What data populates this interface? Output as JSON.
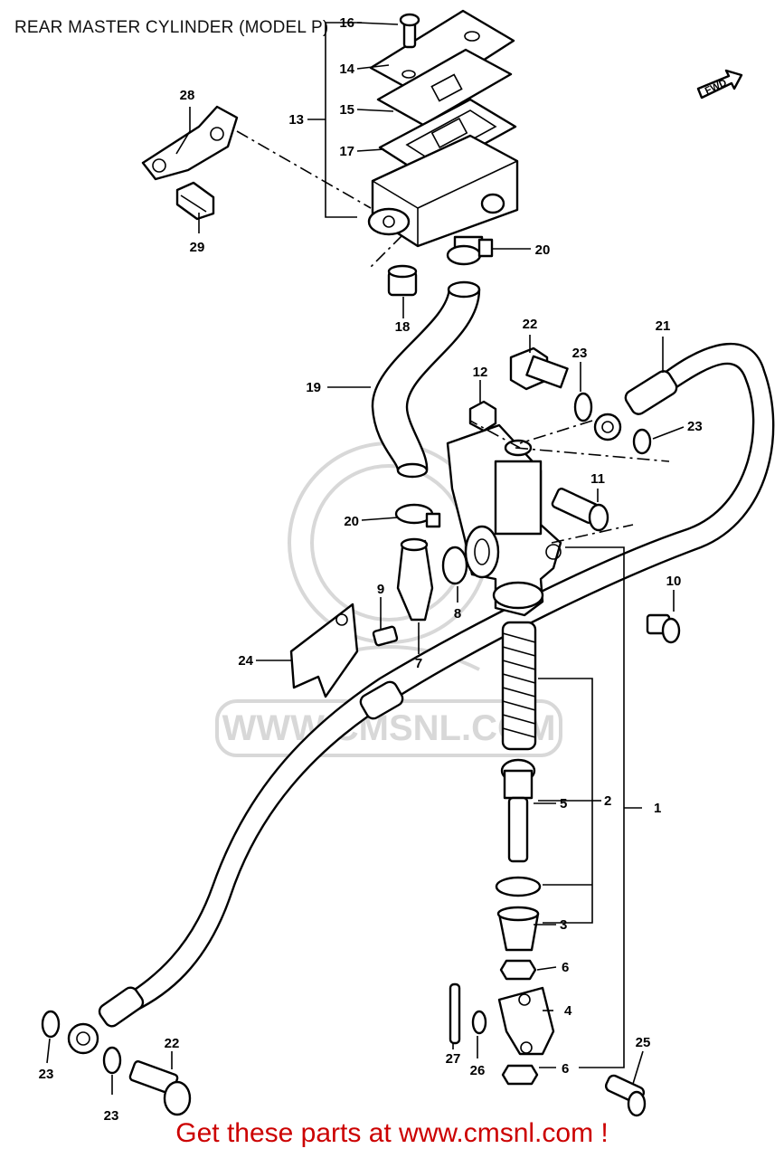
{
  "title": "REAR MASTER CYLINDER (MODEL P)",
  "footer": "Get these parts at www.cmsnl.com !",
  "watermark": {
    "text": "WWW.CMSNL.COM",
    "color": "#d8d8d8"
  },
  "direction_marker": "FWD",
  "colors": {
    "line": "#000000",
    "footer_text": "#cc0000",
    "watermark": "#d8d8d8"
  },
  "part_labels": [
    {
      "id": "l16",
      "text": "16"
    },
    {
      "id": "l14",
      "text": "14"
    },
    {
      "id": "l15",
      "text": "15"
    },
    {
      "id": "l13",
      "text": "13"
    },
    {
      "id": "l17",
      "text": "17"
    },
    {
      "id": "l28",
      "text": "28"
    },
    {
      "id": "l29",
      "text": "29"
    },
    {
      "id": "l20a",
      "text": "20"
    },
    {
      "id": "l18",
      "text": "18"
    },
    {
      "id": "l22a",
      "text": "22"
    },
    {
      "id": "l23a",
      "text": "23"
    },
    {
      "id": "l21",
      "text": "21"
    },
    {
      "id": "l12",
      "text": "12"
    },
    {
      "id": "l19",
      "text": "19"
    },
    {
      "id": "l23b",
      "text": "23"
    },
    {
      "id": "l11",
      "text": "11"
    },
    {
      "id": "l20b",
      "text": "20"
    },
    {
      "id": "l10",
      "text": "10"
    },
    {
      "id": "l9",
      "text": "9"
    },
    {
      "id": "l8",
      "text": "8"
    },
    {
      "id": "l24",
      "text": "24"
    },
    {
      "id": "l7",
      "text": "7"
    },
    {
      "id": "l5",
      "text": "5"
    },
    {
      "id": "l2",
      "text": "2"
    },
    {
      "id": "l1",
      "text": "1"
    },
    {
      "id": "l3",
      "text": "3"
    },
    {
      "id": "l6a",
      "text": "6"
    },
    {
      "id": "l4",
      "text": "4"
    },
    {
      "id": "l22b",
      "text": "22"
    },
    {
      "id": "l23c",
      "text": "23"
    },
    {
      "id": "l27",
      "text": "27"
    },
    {
      "id": "l26",
      "text": "26"
    },
    {
      "id": "l6b",
      "text": "6"
    },
    {
      "id": "l25",
      "text": "25"
    },
    {
      "id": "l23d",
      "text": "23"
    }
  ]
}
